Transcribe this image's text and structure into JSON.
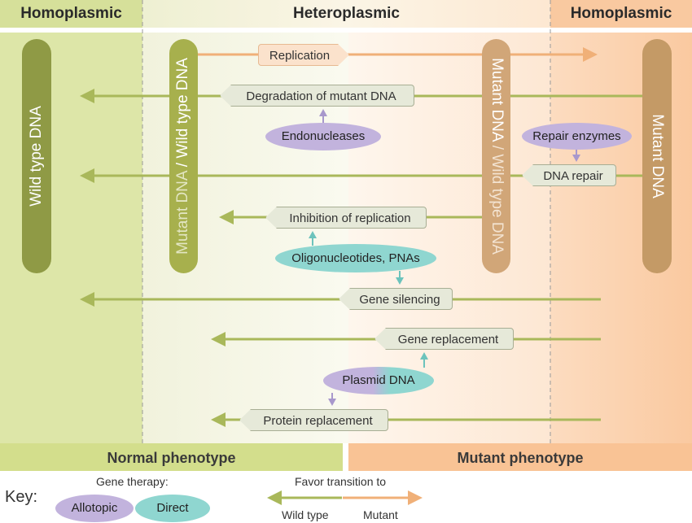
{
  "headers": {
    "left": "Homoplasmic",
    "center": "Heteroplasmic",
    "right": "Homoplasmic"
  },
  "bars": {
    "wild": "Wild type DNA",
    "mid_left": {
      "a": "Mutant DNA",
      "sep": " / ",
      "b": "Wild type DNA"
    },
    "mid_right": {
      "a": "Mutant DNA",
      "sep": " / ",
      "b": "Wild type DNA"
    },
    "mutant": "Mutant DNA"
  },
  "processes": {
    "replication": "Replication",
    "degradation": "Degradation of mutant DNA",
    "endonucleases": "Endonucleases",
    "repair_enzymes": "Repair enzymes",
    "dna_repair": "DNA repair",
    "inhibition": "Inhibition of replication",
    "oligos": "Oligonucleotides, PNAs",
    "gene_silencing": "Gene silencing",
    "gene_replacement": "Gene replacement",
    "plasmid": "Plasmid DNA",
    "protein_replacement": "Protein replacement"
  },
  "phenotypes": {
    "normal": "Normal phenotype",
    "mutant": "Mutant phenotype"
  },
  "key": {
    "label": "Key:",
    "gene_therapy": "Gene therapy:",
    "allotopic": "Allotopic",
    "direct": "Direct",
    "favor": "Favor transition to",
    "wild_type": "Wild type",
    "mutant": "Mutant"
  },
  "colors": {
    "green_arrow": "#a9b85a",
    "orange_arrow": "#f0b078",
    "wild_bar": "#8f9a45",
    "mid_bar": "#a7b04d",
    "mutant_bar": "#c49a66",
    "mid_bar_right": "#d1a678",
    "allotopic": "#c2b3dd",
    "direct": "#8fd6d0"
  }
}
